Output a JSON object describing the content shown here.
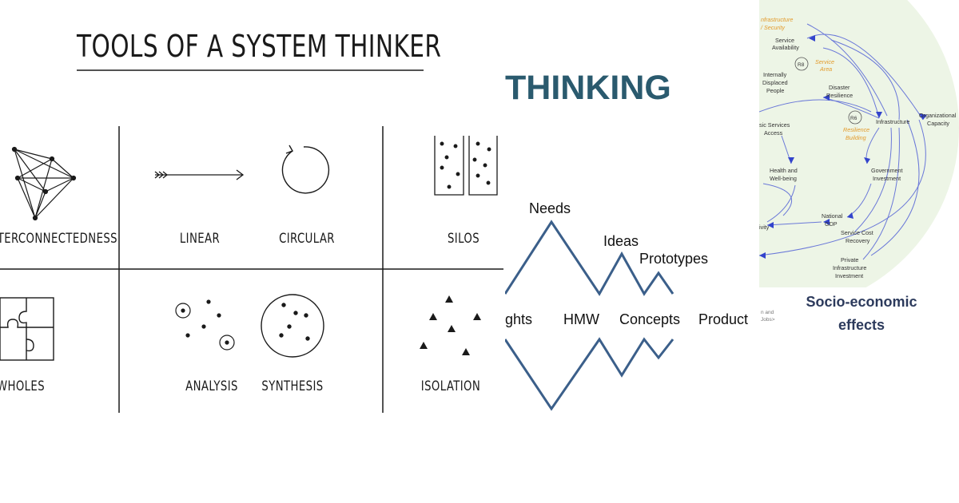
{
  "left_panel": {
    "title": "TOOLS OF A SYSTEM THINKER",
    "labels": {
      "interconnectedness": "TERCONNECTEDNESS",
      "linear": "LINEAR",
      "circular": "CIRCULAR",
      "silos": "SILOS",
      "wholes": "WHOLES",
      "analysis": "ANALYSIS",
      "synthesis": "SYNTHESIS",
      "isolation": "ISOLATION"
    }
  },
  "middle_panel": {
    "heading": "THINKING",
    "top_labels": [
      "Needs",
      "Ideas",
      "Prototypes"
    ],
    "middle_labels": [
      "ghts",
      "HMW",
      "Concepts",
      "Product"
    ]
  },
  "right_panel": {
    "caption": [
      "Socio-economic",
      "effects"
    ],
    "nodes": {
      "infra_security": "nfrastructure",
      "infra_security2": "/ Security",
      "service_availability_1": "Service",
      "service_availability_2": "Availability",
      "r8": "R8",
      "service_area_1": "Service",
      "service_area_2": "Area",
      "idp_1": "Internally",
      "idp_2": "Displaced",
      "idp_3": "People",
      "disaster_1": "Disaster",
      "disaster_2": "Resilience",
      "r6": "R6",
      "resilience_1": "Resilience",
      "resilience_2": "Building",
      "infrastructure": "Infrastructure",
      "org_capacity_1": "Organizational",
      "org_capacity_2": "Capacity",
      "basic_1": "sic Services",
      "basic_2": "Access",
      "health_1": "Health and",
      "health_2": "Well-being",
      "gov_1": "Government",
      "gov_2": "Investment",
      "gdp_1": "National",
      "gdp_2": "GDP",
      "ivity": "ivity",
      "cost_1": "Service Cost",
      "cost_2": "Recovery",
      "private_1": "Private",
      "private_2": "Infrastructure",
      "private_3": "Investment",
      "and_jobs_1": "n and",
      "and_jobs_2": "Jobs>"
    }
  },
  "colors": {
    "ink": "#1a1a1a",
    "thinking_teal": "#2a5a6e",
    "zigzag_blue": "#3b5f8a",
    "loop_blue": "#3344cc",
    "loop_bg": "#edf5e6",
    "orange_note": "#e39a2a",
    "caption_navy": "#2c3a5c"
  }
}
